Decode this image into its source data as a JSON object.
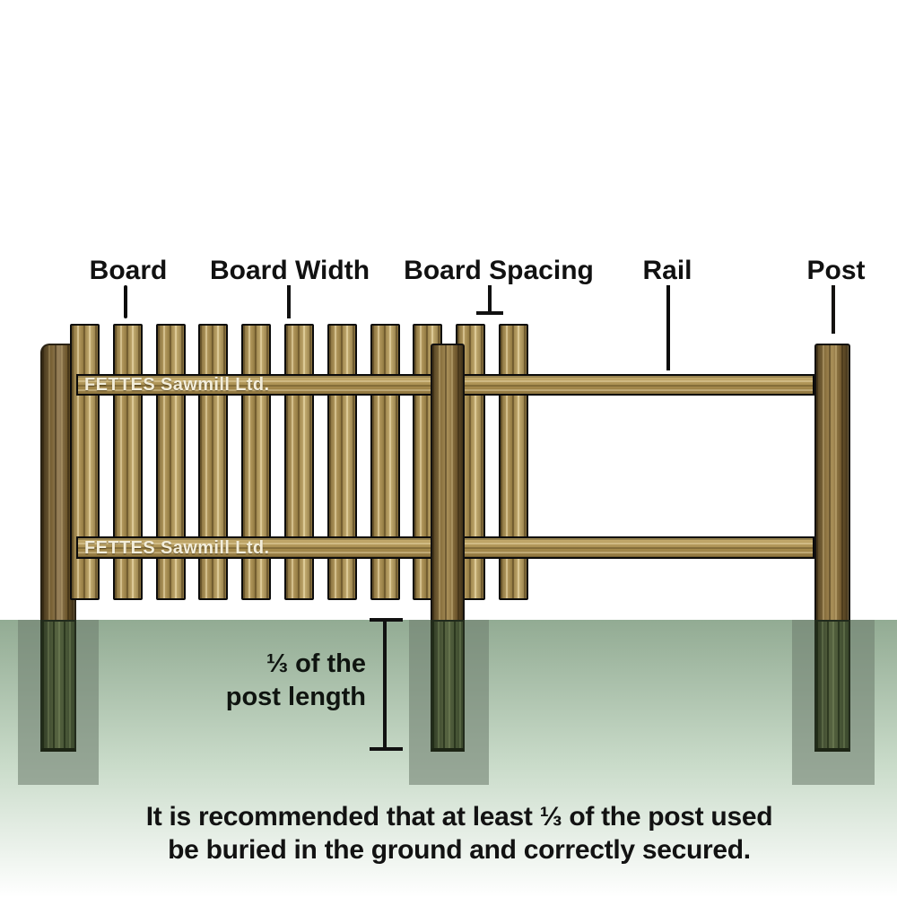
{
  "labels": {
    "board": "Board",
    "board_width": "Board Width",
    "board_spacing": "Board Spacing",
    "rail": "Rail",
    "post": "Post"
  },
  "rail_brand": "FETTES Sawmill Ltd.",
  "depth_note": {
    "line1": "⅓ of the",
    "line2": "post length"
  },
  "caption": {
    "line1": "It is recommended that at least ⅓ of the post used",
    "line2": "be buried in the ground and correctly secured."
  },
  "fence": {
    "board_count": 11,
    "rail_count": 2,
    "post_count": 3
  },
  "colors": {
    "ground_green": "#92ab93",
    "hole_grey": "#6f7d6f",
    "board_wood": "#a8904f",
    "post_wood": "#8a7144",
    "rail_wood": "#b09556",
    "buried_tint": "#4a563a",
    "ink": "#111111",
    "brand_cream": "#f3eedb"
  }
}
